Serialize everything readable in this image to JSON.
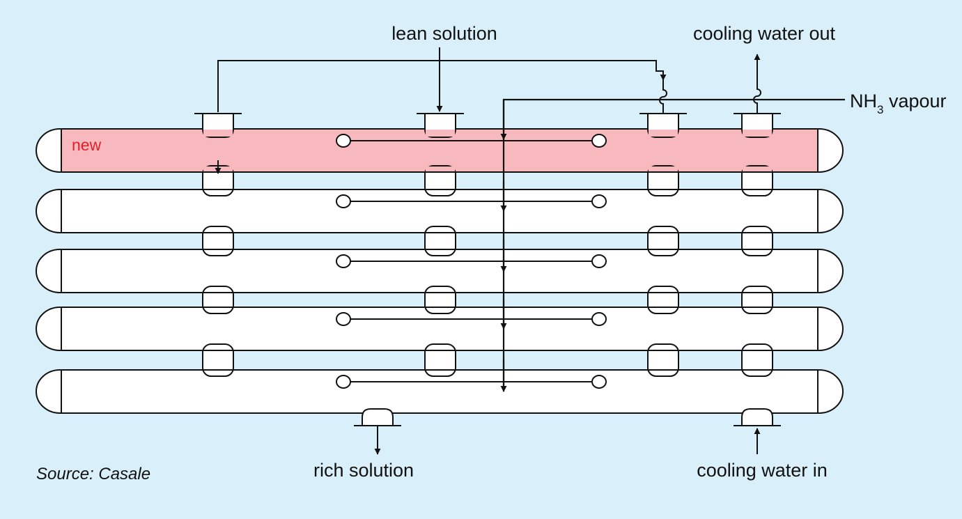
{
  "labels": {
    "lean_solution": "lean solution",
    "cooling_water_out": "cooling water out",
    "nh3_main": "NH",
    "nh3_sub": "3",
    "nh3_rest": " vapour",
    "rich_solution": "rich solution",
    "cooling_water_in": "cooling water in",
    "new_tag": "new",
    "source": "Source: Casale"
  },
  "colors": {
    "background": "#d9eff9",
    "new_section_fill": "#f7b9bd",
    "new_label": "#e3202a",
    "stroke": "#111111"
  }
}
